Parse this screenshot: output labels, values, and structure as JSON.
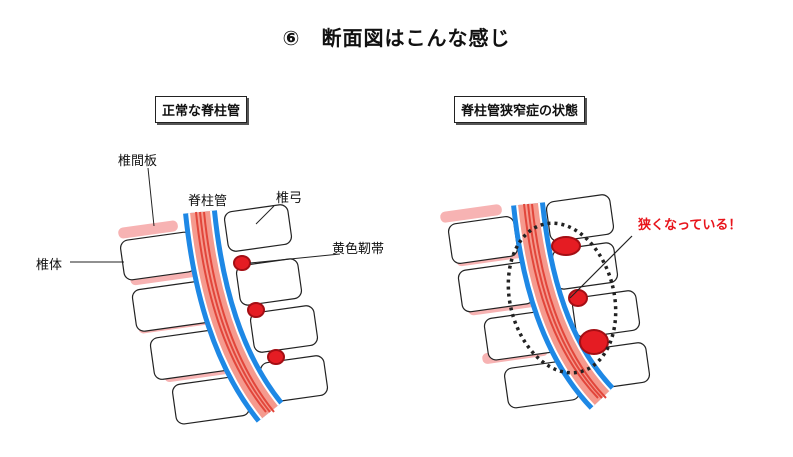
{
  "title": "⑥　断面図はこんな感じ",
  "normal": {
    "heading": "正常な脊柱管",
    "labels": {
      "disc": "椎間板",
      "canal": "脊柱管",
      "arch": "椎弓",
      "ligament": "黄色靭帯",
      "body": "椎体"
    }
  },
  "stenosis": {
    "heading": "脊柱管狭窄症の状態",
    "callout": "狭くなっている！"
  },
  "colors": {
    "canal_blue": "#1e88e5",
    "cord_red": "#f06a5a",
    "disc_pink": "#f7b3b3",
    "ligament_red": "#e51c23",
    "warning": "#e8141b"
  }
}
